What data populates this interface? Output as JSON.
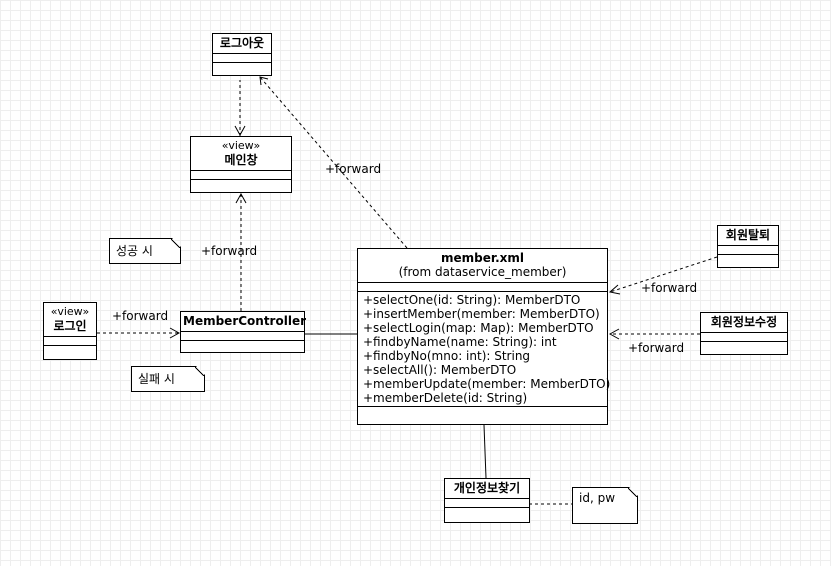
{
  "classes": {
    "logout": {
      "name": "로그아웃"
    },
    "main_view": {
      "stereotype": "«view»",
      "name": "메인창"
    },
    "login_view": {
      "stereotype": "«view»",
      "name": "로그인"
    },
    "member_controller": {
      "name": "MemberController"
    },
    "member_xml": {
      "name": "member.xml",
      "from": "(from dataservice_member)",
      "operations": [
        "+selectOne(id: String): MemberDTO",
        "+insertMember(member: MemberDTO)",
        "+selectLogin(map: Map): MemberDTO",
        "+findbyName(name: String): int",
        "+findbyNo(mno: int): String",
        "+selectAll(): MemberDTO",
        "+memberUpdate(member: MemberDTO)",
        "+memberDelete(id: String)"
      ]
    },
    "withdraw": {
      "name": "회원탈퇴"
    },
    "edit_info": {
      "name": "회원정보수정"
    },
    "find_info": {
      "name": "개인정보찾기"
    }
  },
  "notes": {
    "success": "성공 시",
    "fail": "실패 시",
    "id_pw": "id, pw"
  },
  "labels": {
    "forward_logout": "+forward",
    "forward_main": "+forward",
    "forward_login": "+forward",
    "forward_withdraw": "+forward",
    "forward_edit": "+forward"
  }
}
